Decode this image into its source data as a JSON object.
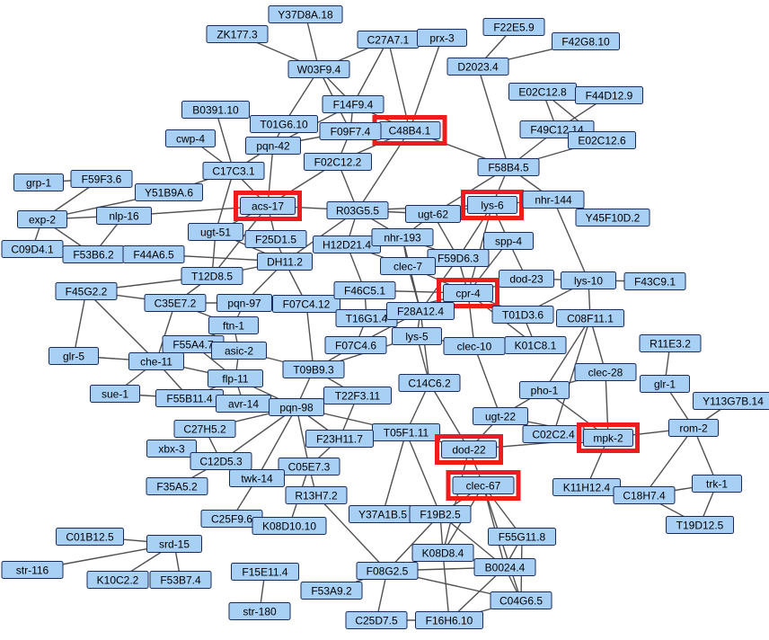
{
  "colors": {
    "node_fill": "#a8d0f5",
    "node_stroke": "#1a2a5a",
    "highlight": "#ee1c1c",
    "edge": "#505050",
    "background": "#ffffff"
  },
  "nodes": [
    {
      "id": "Y37D8A.18",
      "label": "Y37D8A.18"
    },
    {
      "id": "ZK177.3",
      "label": "ZK177.3"
    },
    {
      "id": "C27A7.1",
      "label": "C27A7.1"
    },
    {
      "id": "prx-3",
      "label": "prx-3"
    },
    {
      "id": "F22E5.9",
      "label": "F22E5.9"
    },
    {
      "id": "F42G8.10",
      "label": "F42G8.10"
    },
    {
      "id": "D2023.4",
      "label": "D2023.4"
    },
    {
      "id": "W03F9.4",
      "label": "W03F9.4"
    },
    {
      "id": "E02C12.8",
      "label": "E02C12.8"
    },
    {
      "id": "F44D12.9",
      "label": "F44D12.9"
    },
    {
      "id": "B0391.10",
      "label": "B0391.10"
    },
    {
      "id": "F14F9.4",
      "label": "F14F9.4"
    },
    {
      "id": "T01G6.10",
      "label": "T01G6.10"
    },
    {
      "id": "C48B4.1",
      "label": "C48B4.1",
      "highlight": true
    },
    {
      "id": "F49C12.14",
      "label": "F49C12.14"
    },
    {
      "id": "E02C12.6",
      "label": "E02C12.6"
    },
    {
      "id": "cwp-4",
      "label": "cwp-4"
    },
    {
      "id": "F09F7.4",
      "label": "F09F7.4"
    },
    {
      "id": "pqn-42",
      "label": "pqn-42"
    },
    {
      "id": "F02C12.2",
      "label": "F02C12.2"
    },
    {
      "id": "F58B4.5",
      "label": "F58B4.5"
    },
    {
      "id": "C17C3.1",
      "label": "C17C3.1"
    },
    {
      "id": "grp-1",
      "label": "grp-1"
    },
    {
      "id": "F59F3.6",
      "label": "F59F3.6"
    },
    {
      "id": "Y51B9A.6",
      "label": "Y51B9A.6"
    },
    {
      "id": "acs-17",
      "label": "acs-17",
      "highlight": true
    },
    {
      "id": "R03G5.5",
      "label": "R03G5.5"
    },
    {
      "id": "ugt-62",
      "label": "ugt-62"
    },
    {
      "id": "lys-6",
      "label": "lys-6",
      "highlight": true
    },
    {
      "id": "nhr-144",
      "label": "nhr-144"
    },
    {
      "id": "Y45F10D.2",
      "label": "Y45F10D.2"
    },
    {
      "id": "exp-2",
      "label": "exp-2"
    },
    {
      "id": "nlp-16",
      "label": "nlp-16"
    },
    {
      "id": "ugt-51",
      "label": "ugt-51"
    },
    {
      "id": "F25D1.5",
      "label": "F25D1.5"
    },
    {
      "id": "H12D21.4",
      "label": "H12D21.4"
    },
    {
      "id": "nhr-193",
      "label": "nhr-193"
    },
    {
      "id": "C09D4.1",
      "label": "C09D4.1"
    },
    {
      "id": "F53B6.2",
      "label": "F53B6.2"
    },
    {
      "id": "F44A6.5",
      "label": "F44A6.5"
    },
    {
      "id": "spp-4",
      "label": "spp-4"
    },
    {
      "id": "DH11.2",
      "label": "DH11.2"
    },
    {
      "id": "F59D6.3",
      "label": "F59D6.3"
    },
    {
      "id": "T12D8.5",
      "label": "T12D8.5"
    },
    {
      "id": "clec-7",
      "label": "clec-7"
    },
    {
      "id": "dod-23",
      "label": "dod-23"
    },
    {
      "id": "lys-10",
      "label": "lys-10"
    },
    {
      "id": "F43C9.1",
      "label": "F43C9.1"
    },
    {
      "id": "F45G2.2",
      "label": "F45G2.2"
    },
    {
      "id": "C35E7.2",
      "label": "C35E7.2"
    },
    {
      "id": "pqn-97",
      "label": "pqn-97"
    },
    {
      "id": "F07C4.12",
      "label": "F07C4.12"
    },
    {
      "id": "F46C5.1",
      "label": "F46C5.1"
    },
    {
      "id": "cpr-4",
      "label": "cpr-4",
      "highlight": true
    },
    {
      "id": "T16G1.4",
      "label": "T16G1.4"
    },
    {
      "id": "F28A12.4",
      "label": "F28A12.4"
    },
    {
      "id": "T01D3.6",
      "label": "T01D3.6"
    },
    {
      "id": "C08F11.1",
      "label": "C08F11.1"
    },
    {
      "id": "ftn-1",
      "label": "ftn-1"
    },
    {
      "id": "F55A4.7",
      "label": "F55A4.7"
    },
    {
      "id": "K01C8.1",
      "label": "K01C8.1"
    },
    {
      "id": "lys-5",
      "label": "lys-5"
    },
    {
      "id": "F07C4.6",
      "label": "F07C4.6"
    },
    {
      "id": "clec-10",
      "label": "clec-10"
    },
    {
      "id": "R11E3.2",
      "label": "R11E3.2"
    },
    {
      "id": "glr-5",
      "label": "glr-5"
    },
    {
      "id": "asic-2",
      "label": "asic-2"
    },
    {
      "id": "che-11",
      "label": "che-11"
    },
    {
      "id": "T09B9.3",
      "label": "T09B9.3"
    },
    {
      "id": "flp-11",
      "label": "flp-11"
    },
    {
      "id": "clec-28",
      "label": "clec-28"
    },
    {
      "id": "glr-1",
      "label": "glr-1"
    },
    {
      "id": "C14C6.2",
      "label": "C14C6.2"
    },
    {
      "id": "pho-1",
      "label": "pho-1"
    },
    {
      "id": "sue-1",
      "label": "sue-1"
    },
    {
      "id": "F55B11.4",
      "label": "F55B11.4"
    },
    {
      "id": "avr-14",
      "label": "avr-14"
    },
    {
      "id": "T22F3.11",
      "label": "T22F3.11"
    },
    {
      "id": "pqn-98",
      "label": "pqn-98"
    },
    {
      "id": "Y113G7B.14",
      "label": "Y113G7B.14"
    },
    {
      "id": "ugt-22",
      "label": "ugt-22"
    },
    {
      "id": "C27H5.2",
      "label": "C27H5.2"
    },
    {
      "id": "T05F1.11",
      "label": "T05F1.11"
    },
    {
      "id": "C02C2.4",
      "label": "C02C2.4"
    },
    {
      "id": "mpk-2",
      "label": "mpk-2",
      "highlight": true
    },
    {
      "id": "rom-2",
      "label": "rom-2"
    },
    {
      "id": "F23H11.7",
      "label": "F23H11.7"
    },
    {
      "id": "xbx-3",
      "label": "xbx-3"
    },
    {
      "id": "dod-22",
      "label": "dod-22",
      "highlight": true
    },
    {
      "id": "C12D5.3",
      "label": "C12D5.3"
    },
    {
      "id": "C05E7.3",
      "label": "C05E7.3"
    },
    {
      "id": "twk-14",
      "label": "twk-14"
    },
    {
      "id": "F35A5.2",
      "label": "F35A5.2"
    },
    {
      "id": "R13H7.2",
      "label": "R13H7.2"
    },
    {
      "id": "clec-67",
      "label": "clec-67",
      "highlight": true
    },
    {
      "id": "K11H12.4",
      "label": "K11H12.4"
    },
    {
      "id": "C18H7.4",
      "label": "C18H7.4"
    },
    {
      "id": "trk-1",
      "label": "trk-1"
    },
    {
      "id": "C25F9.6",
      "label": "C25F9.6"
    },
    {
      "id": "K08D10.10",
      "label": "K08D10.10"
    },
    {
      "id": "Y37A1B.5",
      "label": "Y37A1B.5"
    },
    {
      "id": "F19B2.5",
      "label": "F19B2.5"
    },
    {
      "id": "T19D12.5",
      "label": "T19D12.5"
    },
    {
      "id": "C01B12.5",
      "label": "C01B12.5"
    },
    {
      "id": "srd-15",
      "label": "srd-15"
    },
    {
      "id": "F55G11.8",
      "label": "F55G11.8"
    },
    {
      "id": "K08D8.4",
      "label": "K08D8.4"
    },
    {
      "id": "str-116",
      "label": "str-116"
    },
    {
      "id": "K10C2.2",
      "label": "K10C2.2"
    },
    {
      "id": "F53B7.4",
      "label": "F53B7.4"
    },
    {
      "id": "F15E11.4",
      "label": "F15E11.4"
    },
    {
      "id": "F08G2.5",
      "label": "F08G2.5"
    },
    {
      "id": "B0024.4",
      "label": "B0024.4"
    },
    {
      "id": "F53A9.2",
      "label": "F53A9.2"
    },
    {
      "id": "C04G6.5",
      "label": "C04G6.5"
    },
    {
      "id": "str-180",
      "label": "str-180"
    },
    {
      "id": "C25D7.5",
      "label": "C25D7.5"
    },
    {
      "id": "F16H6.10",
      "label": "F16H6.10"
    }
  ],
  "edges": [
    [
      "Y37D8A.18",
      "W03F9.4"
    ],
    [
      "ZK177.3",
      "W03F9.4"
    ],
    [
      "C27A7.1",
      "W03F9.4"
    ],
    [
      "C27A7.1",
      "F14F9.4"
    ],
    [
      "C27A7.1",
      "C48B4.1"
    ],
    [
      "prx-3",
      "C48B4.1"
    ],
    [
      "F22E5.9",
      "D2023.4"
    ],
    [
      "F42G8.10",
      "D2023.4"
    ],
    [
      "D2023.4",
      "F58B4.5"
    ],
    [
      "W03F9.4",
      "F14F9.4"
    ],
    [
      "W03F9.4",
      "T01G6.10"
    ],
    [
      "W03F9.4",
      "F09F7.4"
    ],
    [
      "F14F9.4",
      "C48B4.1"
    ],
    [
      "F14F9.4",
      "pqn-42"
    ],
    [
      "F14F9.4",
      "F09F7.4"
    ],
    [
      "T01G6.10",
      "pqn-42"
    ],
    [
      "C48B4.1",
      "F02C12.2"
    ],
    [
      "C48B4.1",
      "F58B4.5"
    ],
    [
      "C48B4.1",
      "R03G5.5"
    ],
    [
      "E02C12.8",
      "F49C12.14"
    ],
    [
      "E02C12.8",
      "E02C12.6"
    ],
    [
      "F44D12.9",
      "F49C12.14"
    ],
    [
      "F49C12.14",
      "F58B4.5"
    ],
    [
      "E02C12.6",
      "F58B4.5"
    ],
    [
      "B0391.10",
      "C17C3.1"
    ],
    [
      "cwp-4",
      "C17C3.1"
    ],
    [
      "pqn-42",
      "C17C3.1"
    ],
    [
      "pqn-42",
      "acs-17"
    ],
    [
      "pqn-42",
      "F09F7.4"
    ],
    [
      "F09F7.4",
      "F02C12.2"
    ],
    [
      "F02C12.2",
      "R03G5.5"
    ],
    [
      "F02C12.2",
      "acs-17"
    ],
    [
      "F58B4.5",
      "lys-6"
    ],
    [
      "F58B4.5",
      "nhr-144"
    ],
    [
      "F58B4.5",
      "ugt-62"
    ],
    [
      "C17C3.1",
      "acs-17"
    ],
    [
      "C17C3.1",
      "Y51B9A.6"
    ],
    [
      "C17C3.1",
      "ugt-51"
    ],
    [
      "grp-1",
      "F59F3.6"
    ],
    [
      "Y51B9A.6",
      "exp-2"
    ],
    [
      "acs-17",
      "R03G5.5"
    ],
    [
      "acs-17",
      "ugt-51"
    ],
    [
      "acs-17",
      "F25D1.5"
    ],
    [
      "acs-17",
      "nlp-16"
    ],
    [
      "acs-17",
      "T12D8.5"
    ],
    [
      "R03G5.5",
      "ugt-62"
    ],
    [
      "R03G5.5",
      "H12D21.4"
    ],
    [
      "R03G5.5",
      "nhr-193"
    ],
    [
      "R03G5.5",
      "lys-6"
    ],
    [
      "R03G5.5",
      "DH11.2"
    ],
    [
      "ugt-62",
      "lys-6"
    ],
    [
      "ugt-62",
      "nhr-193"
    ],
    [
      "ugt-62",
      "F59D6.3"
    ],
    [
      "lys-6",
      "cpr-4"
    ],
    [
      "lys-6",
      "spp-4"
    ],
    [
      "lys-6",
      "F59D6.3"
    ],
    [
      "lys-6",
      "nhr-144"
    ],
    [
      "nhr-144",
      "Y45F10D.2"
    ],
    [
      "nhr-144",
      "lys-10"
    ],
    [
      "exp-2",
      "nlp-16"
    ],
    [
      "exp-2",
      "C09D4.1"
    ],
    [
      "exp-2",
      "F53B6.2"
    ],
    [
      "F59F3.6",
      "exp-2"
    ],
    [
      "nlp-16",
      "F53B6.2"
    ],
    [
      "ugt-51",
      "T12D8.5"
    ],
    [
      "ugt-51",
      "DH11.2"
    ],
    [
      "F25D1.5",
      "DH11.2"
    ],
    [
      "H12D21.4",
      "clec-7"
    ],
    [
      "H12D21.4",
      "F46C5.1"
    ],
    [
      "nhr-193",
      "clec-7"
    ],
    [
      "nhr-193",
      "F59D6.3"
    ],
    [
      "nhr-193",
      "F28A12.4"
    ],
    [
      "F44A6.5",
      "DH11.2"
    ],
    [
      "spp-4",
      "F59D6.3"
    ],
    [
      "spp-4",
      "dod-23"
    ],
    [
      "spp-4",
      "cpr-4"
    ],
    [
      "DH11.2",
      "T12D8.5"
    ],
    [
      "DH11.2",
      "F07C4.12"
    ],
    [
      "DH11.2",
      "pqn-97"
    ],
    [
      "F59D6.3",
      "cpr-4"
    ],
    [
      "F59D6.3",
      "F28A12.4"
    ],
    [
      "T12D8.5",
      "C35E7.2"
    ],
    [
      "T12D8.5",
      "F45G2.2"
    ],
    [
      "clec-7",
      "cpr-4"
    ],
    [
      "clec-7",
      "F28A12.4"
    ],
    [
      "dod-23",
      "lys-10"
    ],
    [
      "dod-23",
      "cpr-4"
    ],
    [
      "lys-10",
      "F43C9.1"
    ],
    [
      "lys-10",
      "C08F11.1"
    ],
    [
      "lys-10",
      "T01D3.6"
    ],
    [
      "F45G2.2",
      "C35E7.2"
    ],
    [
      "F45G2.2",
      "glr-5"
    ],
    [
      "F45G2.2",
      "che-11"
    ],
    [
      "C35E7.2",
      "pqn-97"
    ],
    [
      "C35E7.2",
      "che-11"
    ],
    [
      "C35E7.2",
      "ftn-1"
    ],
    [
      "pqn-97",
      "F07C4.12"
    ],
    [
      "pqn-97",
      "ftn-1"
    ],
    [
      "F07C4.12",
      "F46C5.1"
    ],
    [
      "F07C4.12",
      "T09B9.3"
    ],
    [
      "F46C5.1",
      "T16G1.4"
    ],
    [
      "F46C5.1",
      "cpr-4"
    ],
    [
      "cpr-4",
      "T16G1.4"
    ],
    [
      "cpr-4",
      "F28A12.4"
    ],
    [
      "cpr-4",
      "T01D3.6"
    ],
    [
      "cpr-4",
      "K01C8.1"
    ],
    [
      "cpr-4",
      "clec-10"
    ],
    [
      "F28A12.4",
      "lys-5"
    ],
    [
      "F28A12.4",
      "F07C4.6"
    ],
    [
      "F28A12.4",
      "C14C6.2"
    ],
    [
      "T16G1.4",
      "F07C4.6"
    ],
    [
      "T01D3.6",
      "K01C8.1"
    ],
    [
      "C08F11.1",
      "pho-1"
    ],
    [
      "C08F11.1",
      "clec-28"
    ],
    [
      "C08F11.1",
      "C02C2.4"
    ],
    [
      "ftn-1",
      "asic-2"
    ],
    [
      "ftn-1",
      "F55A4.7"
    ],
    [
      "F55A4.7",
      "che-11"
    ],
    [
      "F55A4.7",
      "flp-11"
    ],
    [
      "lys-5",
      "clec-10"
    ],
    [
      "lys-5",
      "C14C6.2"
    ],
    [
      "lys-5",
      "T09B9.3"
    ],
    [
      "F07C4.6",
      "T09B9.3"
    ],
    [
      "clec-10",
      "ugt-22"
    ],
    [
      "R11E3.2",
      "glr-1"
    ],
    [
      "glr-5",
      "che-11"
    ],
    [
      "asic-2",
      "flp-11"
    ],
    [
      "asic-2",
      "T09B9.3"
    ],
    [
      "che-11",
      "sue-1"
    ],
    [
      "che-11",
      "F55B11.4"
    ],
    [
      "che-11",
      "flp-11"
    ],
    [
      "T09B9.3",
      "T22F3.11"
    ],
    [
      "T09B9.3",
      "pqn-98"
    ],
    [
      "flp-11",
      "avr-14"
    ],
    [
      "flp-11",
      "pqn-98"
    ],
    [
      "flp-11",
      "F55B11.4"
    ],
    [
      "clec-28",
      "pho-1"
    ],
    [
      "clec-28",
      "mpk-2"
    ],
    [
      "glr-1",
      "rom-2"
    ],
    [
      "C14C6.2",
      "T05F1.11"
    ],
    [
      "C14C6.2",
      "dod-22"
    ],
    [
      "pho-1",
      "ugt-22"
    ],
    [
      "pho-1",
      "mpk-2"
    ],
    [
      "sue-1",
      "F55B11.4"
    ],
    [
      "F55B11.4",
      "avr-14"
    ],
    [
      "avr-14",
      "pqn-98"
    ],
    [
      "T22F3.11",
      "pqn-98"
    ],
    [
      "T22F3.11",
      "F23H11.7"
    ],
    [
      "pqn-98",
      "C27H5.2"
    ],
    [
      "pqn-98",
      "C12D5.3"
    ],
    [
      "pqn-98",
      "C05E7.3"
    ],
    [
      "pqn-98",
      "T05F1.11"
    ],
    [
      "pqn-98",
      "twk-14"
    ],
    [
      "pqn-98",
      "F23H11.7"
    ],
    [
      "Y113G7B.14",
      "rom-2"
    ],
    [
      "ugt-22",
      "dod-22"
    ],
    [
      "ugt-22",
      "C02C2.4"
    ],
    [
      "ugt-22",
      "mpk-2"
    ],
    [
      "C27H5.2",
      "C12D5.3"
    ],
    [
      "T05F1.11",
      "dod-22"
    ],
    [
      "T05F1.11",
      "Y37A1B.5"
    ],
    [
      "T05F1.11",
      "F19B2.5"
    ],
    [
      "C02C2.4",
      "mpk-2"
    ],
    [
      "mpk-2",
      "rom-2"
    ],
    [
      "mpk-2",
      "K11H12.4"
    ],
    [
      "mpk-2",
      "dod-22"
    ],
    [
      "rom-2",
      "C18H7.4"
    ],
    [
      "rom-2",
      "trk-1"
    ],
    [
      "F23H11.7",
      "C05E7.3"
    ],
    [
      "xbx-3",
      "C12D5.3"
    ],
    [
      "dod-22",
      "clec-67"
    ],
    [
      "dod-22",
      "K08D8.4"
    ],
    [
      "C12D5.3",
      "twk-14"
    ],
    [
      "C12D5.3",
      "F35A5.2"
    ],
    [
      "C05E7.3",
      "R13H7.2"
    ],
    [
      "C05E7.3",
      "K08D10.10"
    ],
    [
      "twk-14",
      "C25F9.6"
    ],
    [
      "R13H7.2",
      "F08G2.5"
    ],
    [
      "clec-67",
      "F19B2.5"
    ],
    [
      "clec-67",
      "F55G11.8"
    ],
    [
      "clec-67",
      "B0024.4"
    ],
    [
      "clec-67",
      "K08D8.4"
    ],
    [
      "clec-67",
      "C04G6.5"
    ],
    [
      "C18H7.4",
      "T19D12.5"
    ],
    [
      "C18H7.4",
      "trk-1"
    ],
    [
      "trk-1",
      "T19D12.5"
    ],
    [
      "F19B2.5",
      "K08D8.4"
    ],
    [
      "F19B2.5",
      "F08G2.5"
    ],
    [
      "F19B2.5",
      "B0024.4"
    ],
    [
      "C01B12.5",
      "srd-15"
    ],
    [
      "srd-15",
      "str-116"
    ],
    [
      "srd-15",
      "K10C2.2"
    ],
    [
      "srd-15",
      "F53B7.4"
    ],
    [
      "F55G11.8",
      "B0024.4"
    ],
    [
      "F55G11.8",
      "C04G6.5"
    ],
    [
      "K08D8.4",
      "F08G2.5"
    ],
    [
      "K08D8.4",
      "B0024.4"
    ],
    [
      "K08D8.4",
      "F16H6.10"
    ],
    [
      "F15E11.4",
      "str-180"
    ],
    [
      "F08G2.5",
      "B0024.4"
    ],
    [
      "F08G2.5",
      "F53A9.2"
    ],
    [
      "F08G2.5",
      "C25D7.5"
    ],
    [
      "F08G2.5",
      "C04G6.5"
    ],
    [
      "B0024.4",
      "C04G6.5"
    ],
    [
      "B0024.4",
      "F16H6.10"
    ],
    [
      "C04G6.5",
      "F16H6.10"
    ],
    [
      "C25D7.5",
      "F16H6.10"
    ]
  ]
}
